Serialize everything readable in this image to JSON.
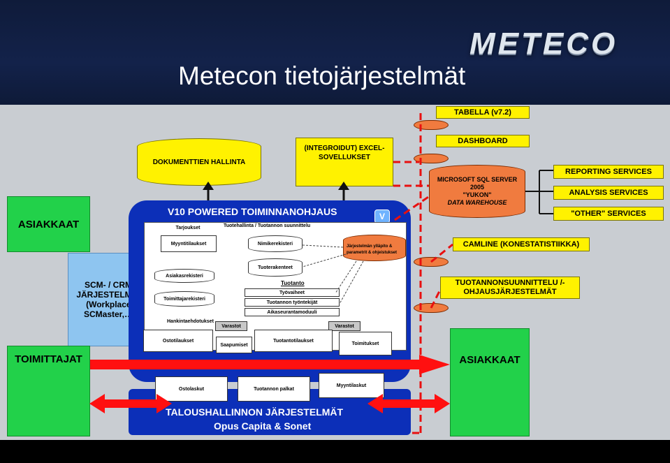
{
  "header": {
    "title": "Metecon tietojärjestelmät",
    "logo_text": "METECO"
  },
  "diagram": {
    "left": {
      "asiakkaat": "ASIAKKAAT",
      "scm": [
        "SCM- / CRM-",
        "JÄRJESTELMÄT",
        "(Workplace,",
        "SCMaster,…)"
      ],
      "toimittajat": "TOIMITTAJAT"
    },
    "top": {
      "dokumenttien": "DOKUMENTTIEN HALLINTA",
      "excel": [
        "(INTEGROIDUT) EXCEL-",
        "SOVELLUKSET"
      ]
    },
    "v10": {
      "title": "V10 POWERED TOIMINNANOHJAUS",
      "tuotehallinta": "Tuotehallinta / Tuotannon suunnittelu",
      "tarjoukset": "Tarjoukset",
      "myyntitilaukset": "Myyntitilaukset",
      "asiakasrekisteri": "Asiakasrekisteri",
      "toimittajarekisteri": "Toimittajarekisteri",
      "hankintaehdotukset": "Hankintaehdotukset",
      "nimikerekisteri": "Nimikerekisteri",
      "tuoterakenteet": "Tuoterakenteet",
      "jarjestelman": [
        "Järjestelmän ylläpito &",
        "parametrit & ohjeistukset"
      ],
      "tuotanto": "Tuotanto",
      "tyovaiheet": "Työvaiheet",
      "tyontekijat": "Tuotannon työntekijät",
      "aikaseuranta": "Aikaseurantamoduuli",
      "varastot1": "Varastot",
      "varastot2": "Varastot",
      "ostotilaukset": "Ostotilaukset",
      "saapumiset": "Saapumiset",
      "tuotantotilaukset": "Tuotantotilaukset",
      "toimitukset": "Toimitukset",
      "ostolaskut": "Ostolaskut",
      "tuotannon_palkat": "Tuotannon palkat",
      "myyntilaskut": "Myyntilaskut"
    },
    "talous": {
      "line1": "TALOUSHALLINNON JÄRJESTELMÄT",
      "line2": "Opus Capita & Sonet"
    },
    "right": {
      "tabella": "TABELLA (v7.2)",
      "dashboard": "DASHBOARD",
      "mssql": [
        "MICROSOFT SQL SERVER",
        "2005",
        "\"YUKON\"",
        "DATA WAREHOUSE"
      ],
      "reporting": "REPORTING SERVICES",
      "analysis": "ANALYSIS SERVICES",
      "other": "\"OTHER\" SERVICES",
      "camline": "CAMLINE (KONESTATISTIIKKA)",
      "tuotannonsuunnittelu": [
        "TUOTANNONSUUNNITTELU /-",
        "OHJAUSJÄRJESTELMÄT"
      ],
      "asiakkaat": "ASIAKKAAT"
    }
  },
  "colors": {
    "header_bg": "#13224a",
    "navy": "#0c2fb8",
    "green": "#22d14a",
    "yellow": "#fff200",
    "orange": "#f07b3f",
    "red_arrow": "#ff1010",
    "light_blue": "#8ec5f0"
  }
}
